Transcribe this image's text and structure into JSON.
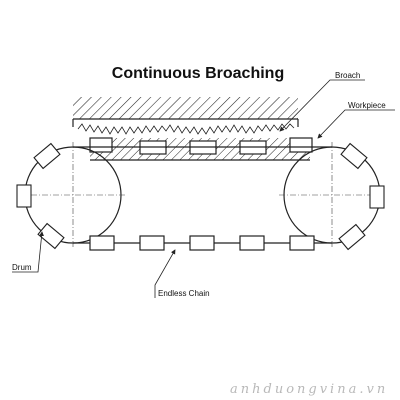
{
  "title": "Continuous Broaching",
  "labels": {
    "broach": "Broach",
    "workpiece": "Workpiece",
    "drum": "Drum",
    "endless_chain": "Endless Chain"
  },
  "watermark": "anhduongvina.vn",
  "colors": {
    "line": "#222222",
    "background": "#ffffff",
    "watermark": "#b9b9b9"
  }
}
